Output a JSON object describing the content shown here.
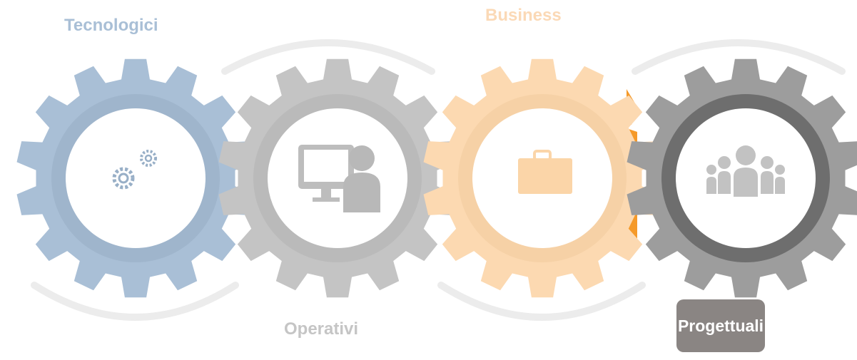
{
  "labels": {
    "tecnologici": "Tecnologici",
    "business": "Business",
    "operativi": "Operativi",
    "progettuali": "Progettuali"
  },
  "gears": [
    {
      "name": "tecnologici",
      "color": "#a9bfd6",
      "icon": "gears-icon"
    },
    {
      "name": "operativi",
      "color": "#c4c4c4",
      "icon": "computer-user-icon"
    },
    {
      "name": "business",
      "color": "#fcd9b1",
      "icon": "briefcase-icon"
    },
    {
      "name": "progettuali",
      "color": "#9d9d9d",
      "icon": "team-icon"
    }
  ],
  "colors": {
    "blue": "#a9bfd6",
    "grey": "#c4c4c4",
    "peach": "#fcd9b1",
    "orange_accent": "#f59a2a",
    "dark_grey": "#9d9d9d",
    "label_box": "#8a8583"
  }
}
